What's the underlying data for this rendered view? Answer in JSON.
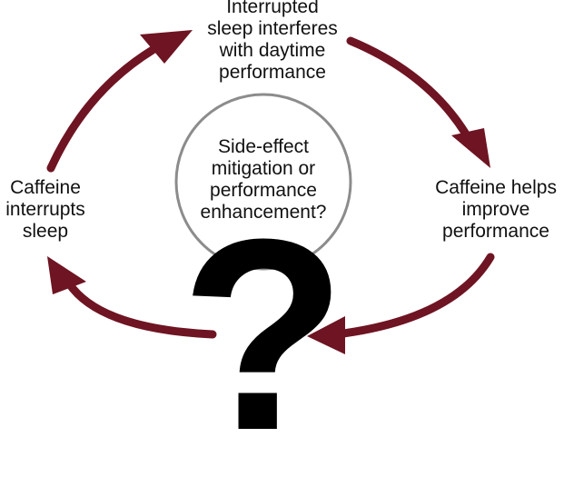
{
  "nodes": {
    "top": "Interrupted\nsleep interferes\nwith daytime\nperformance",
    "right": "Caffeine helps\nimprove\nperformance",
    "left": "Caffeine\ninterrupts\nsleep"
  },
  "center": {
    "question": "Side-effect\nmitigation or\nperformance\nenhancement?",
    "question_mark": "?"
  },
  "colors": {
    "arrow": "#6e1422",
    "circle_stroke": "#8c8c8c",
    "text": "#111111"
  }
}
